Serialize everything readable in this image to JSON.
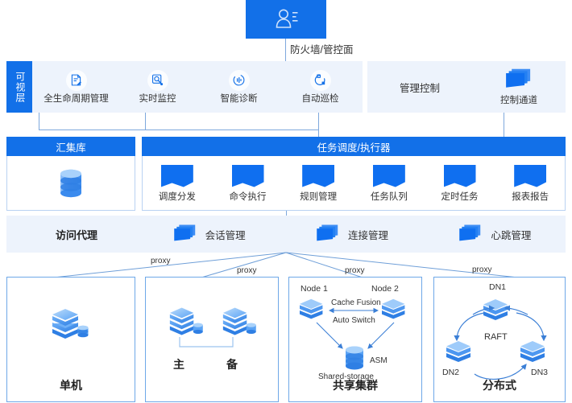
{
  "top": {
    "user_icon": "user-avatar-icon",
    "firewall_label": "防火墙/管控面"
  },
  "visualization_layer": {
    "tag": "可视层",
    "items": [
      {
        "icon": "document-lifecycle-icon",
        "label": "全生命周期管理"
      },
      {
        "icon": "search-monitor-icon",
        "label": "实时监控"
      },
      {
        "icon": "diagnostic-pulse-icon",
        "label": "智能诊断"
      },
      {
        "icon": "auto-refresh-icon",
        "label": "自动巡检"
      }
    ]
  },
  "management_control": {
    "title": "管理控制",
    "channel": {
      "icon": "stacked-layers-icon",
      "label": "控制通道"
    }
  },
  "repository": {
    "header": "汇集库",
    "icon": "database-cylinder-icon"
  },
  "scheduler": {
    "header": "任务调度/执行器",
    "items": [
      {
        "icon": "flag-icon",
        "label": "调度分发"
      },
      {
        "icon": "flag-icon",
        "label": "命令执行"
      },
      {
        "icon": "flag-icon",
        "label": "规则管理"
      },
      {
        "icon": "flag-icon",
        "label": "任务队列"
      },
      {
        "icon": "flag-icon",
        "label": "定时任务"
      },
      {
        "icon": "flag-icon",
        "label": "报表报告"
      }
    ]
  },
  "access_proxy": {
    "title": "访问代理",
    "items": [
      {
        "icon": "stacked-layers-icon",
        "label": "会话管理"
      },
      {
        "icon": "stacked-layers-icon",
        "label": "连接管理"
      },
      {
        "icon": "stacked-layers-icon",
        "label": "心跳管理"
      }
    ],
    "connector_labels": [
      "proxy",
      "proxy",
      "proxy",
      "proxy"
    ]
  },
  "deployments": [
    {
      "title": "单机",
      "nodes": [
        {
          "label": "",
          "icon": "server-stack-icon"
        }
      ],
      "annotations": []
    },
    {
      "title": "",
      "nodes": [
        {
          "label": "主",
          "icon": "server-stack-icon"
        },
        {
          "label": "备",
          "icon": "server-stack-icon"
        }
      ],
      "annotations": []
    },
    {
      "title": "共享集群",
      "nodes": [
        {
          "label": "Node 1",
          "icon": "server-stack-icon"
        },
        {
          "label": "Node 2",
          "icon": "server-stack-icon"
        }
      ],
      "annotations": [
        "Cache Fusion",
        "Auto Switch",
        "ASM",
        "Shared-storage"
      ]
    },
    {
      "title": "分布式",
      "nodes": [
        {
          "label": "DN1",
          "icon": "server-stack-icon"
        },
        {
          "label": "DN2",
          "icon": "server-stack-icon"
        },
        {
          "label": "DN3",
          "icon": "server-stack-icon"
        }
      ],
      "annotations": [
        "RAFT"
      ]
    }
  ],
  "labels": {
    "primary": "主",
    "standby": "备",
    "node1": "Node 1",
    "node2": "Node 2",
    "cache_fusion": "Cache Fusion",
    "auto_switch": "Auto Switch",
    "asm": "ASM",
    "shared_storage": "Shared-storage",
    "shared_cluster": "共享集群",
    "standalone": "单机",
    "dn1": "DN1",
    "dn2": "DN2",
    "dn3": "DN3",
    "raft": "RAFT",
    "distributed": "分布式",
    "proxy": "proxy"
  },
  "colors": {
    "primary_blue": "#1270e8",
    "bright_blue": "#0f6ff0",
    "panel_bg": "#edf3fc",
    "line_blue": "#7ea8dd",
    "box_border": "#6ea8e8"
  }
}
